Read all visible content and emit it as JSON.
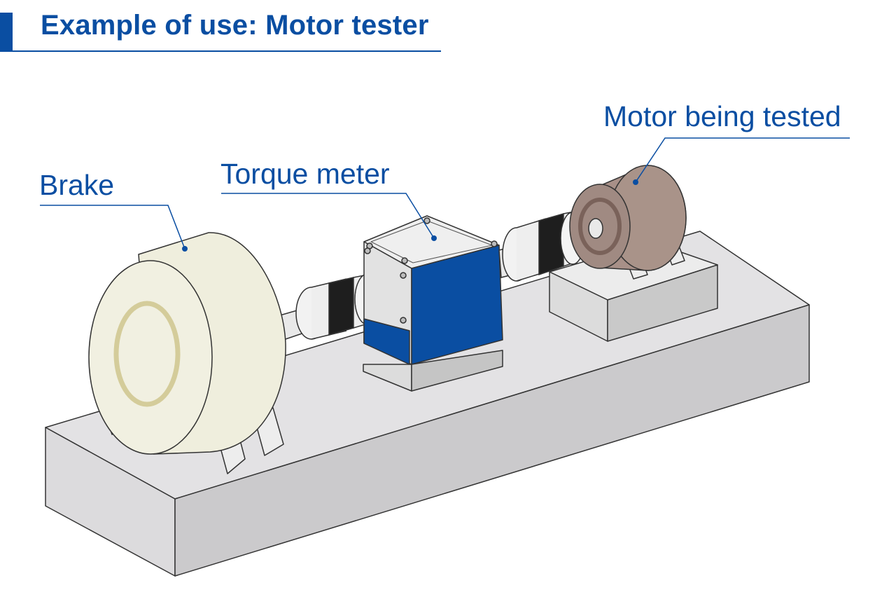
{
  "header": {
    "title": "Example of use: Motor tester"
  },
  "labels": {
    "brake": "Brake",
    "torque_meter": "Torque meter",
    "motor": "Motor being tested"
  },
  "colors": {
    "accent": "#0a4ea2",
    "brake_face": "#efeedd",
    "brake_ring": "#d4cc9a",
    "meter_blue": "#0a4ea2",
    "motor_brown": "#a89088",
    "base_top": "#e3e2e4",
    "base_side": "#cbcacc"
  }
}
